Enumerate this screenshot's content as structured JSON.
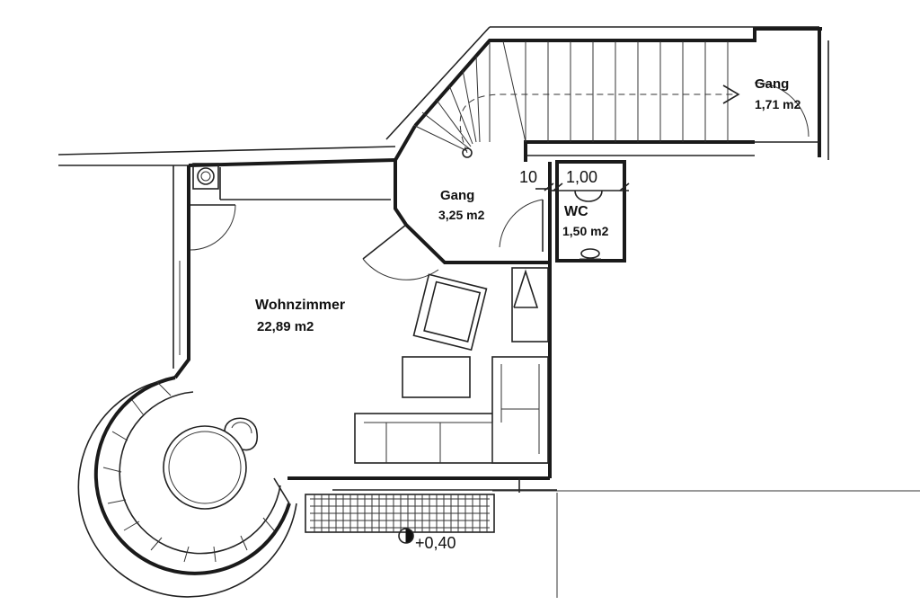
{
  "rooms": {
    "living": {
      "name": "Wohnzimmer",
      "area": "22,89 m2"
    },
    "hall": {
      "name": "Gang",
      "area": "3,25 m2"
    },
    "wc": {
      "name": "WC",
      "area": "1,50 m2"
    },
    "upper_hall": {
      "name": "Gang",
      "area": "1,71 m2"
    }
  },
  "dimensions": {
    "wall_thickness": "10",
    "wc_width": "1,00"
  },
  "level": {
    "terrace": "+0,40"
  }
}
